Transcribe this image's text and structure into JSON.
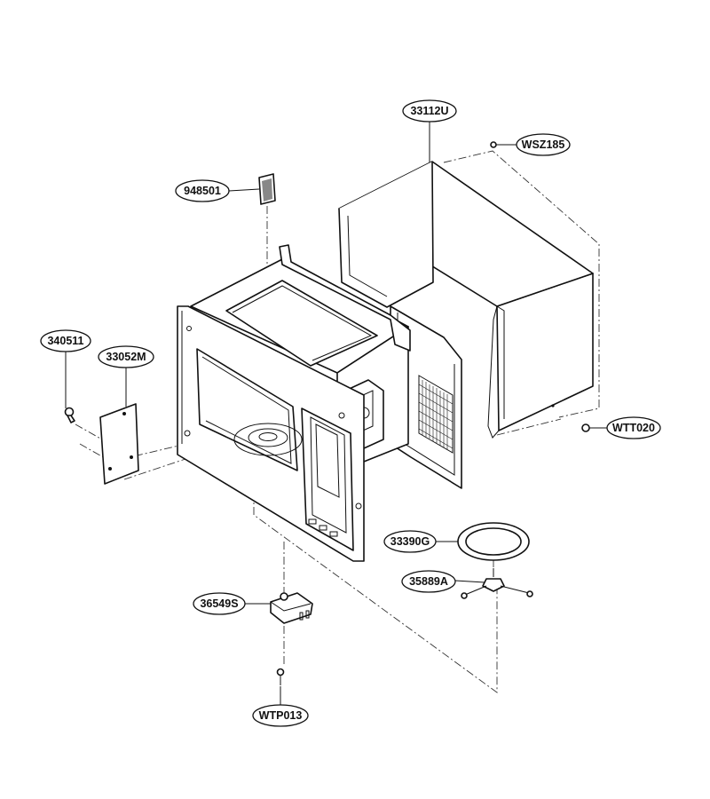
{
  "labels": {
    "p33112U": "33112U",
    "pWSZ185": "WSZ185",
    "p948501": "948501",
    "p340511": "340511",
    "p33052M": "33052M",
    "pWTT020": "WTT020",
    "p33390G": "33390G",
    "p35889A": "35889A",
    "p36549S": "36549S",
    "pWTP013": "WTP013"
  }
}
